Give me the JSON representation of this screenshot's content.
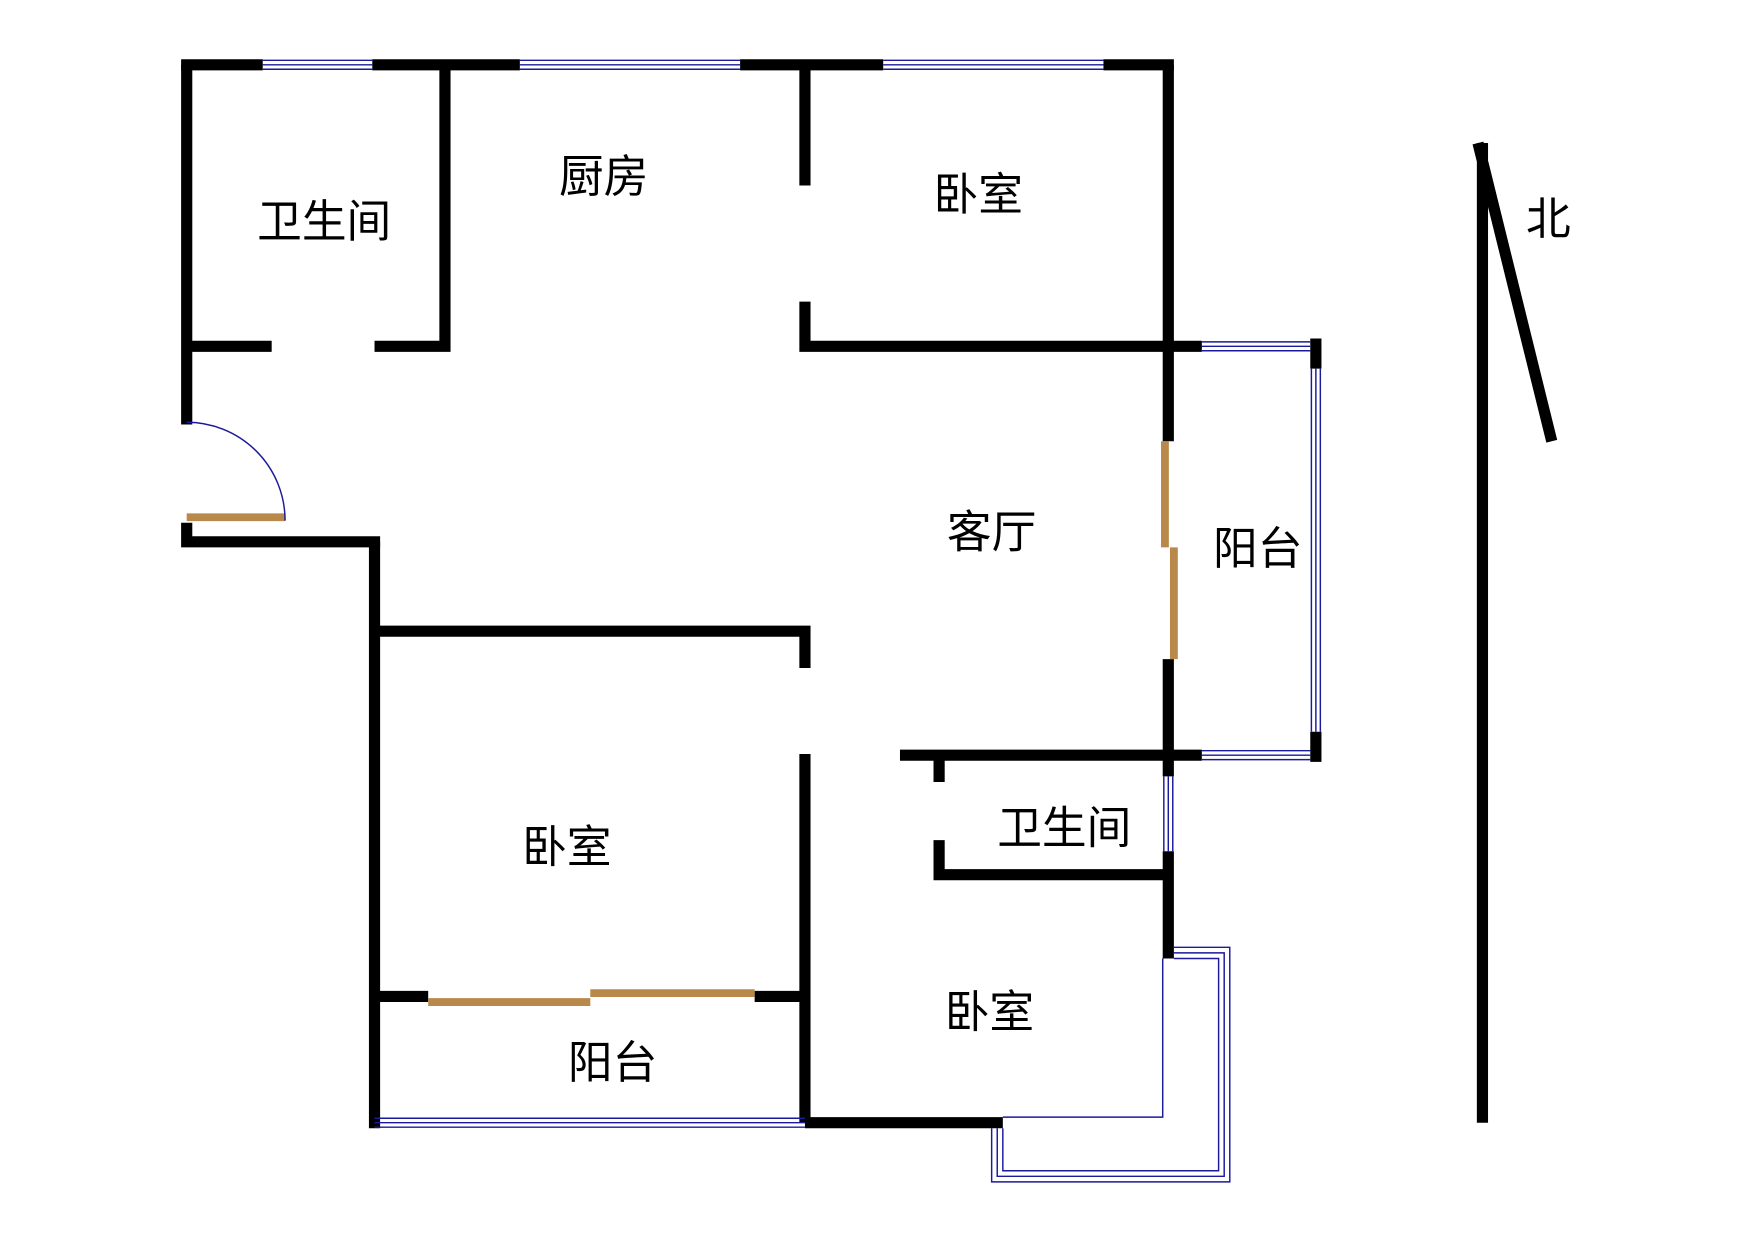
{
  "rooms": {
    "bathroom_1": "卫生间",
    "kitchen": "厨房",
    "bedroom_1": "卧室",
    "living_room": "客厅",
    "balcony_1": "阳台",
    "bedroom_2": "卧室",
    "bathroom_2": "卫生间",
    "balcony_2": "阳台",
    "bedroom_3": "卧室"
  },
  "compass": {
    "label": "北"
  },
  "colors": {
    "wall": "#000000",
    "door": "#b8894a",
    "window": "#1a1a9a"
  }
}
